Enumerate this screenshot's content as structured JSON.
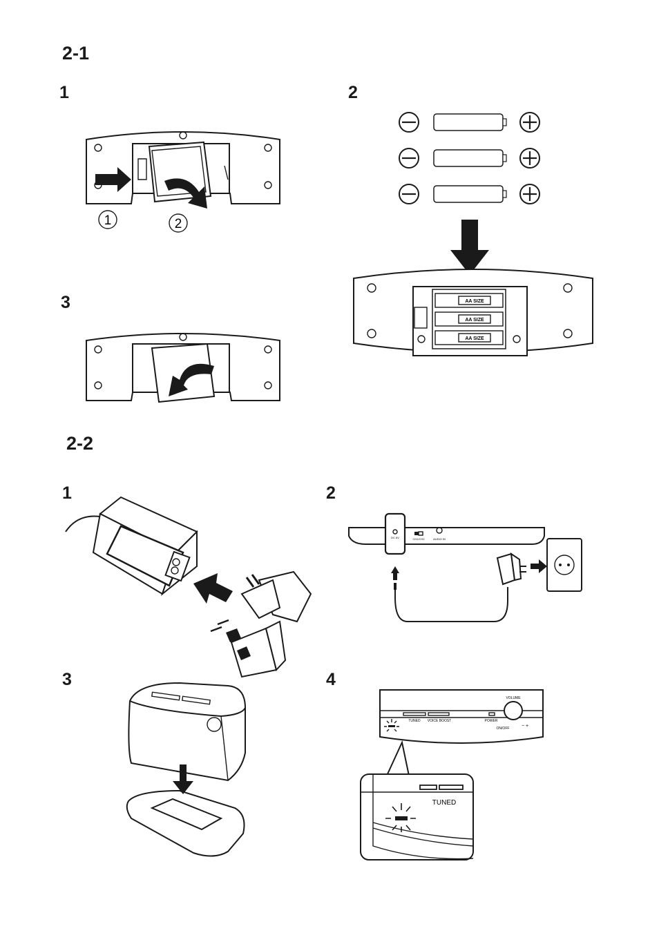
{
  "sections": [
    {
      "label": "2-1"
    },
    {
      "label": "2-2"
    }
  ],
  "steps": {
    "s21_1": "1",
    "s21_2": "2",
    "s21_3": "3",
    "s22_1": "1",
    "s22_2": "2",
    "s22_3": "3",
    "s22_4": "4"
  },
  "markers": {
    "one": "1",
    "two": "2"
  },
  "battery": {
    "label": "AA SIZE",
    "count": 3,
    "minus_symbol": "−",
    "plus_symbol": "+"
  },
  "connector_panel": {
    "dc_label": "DC 6V",
    "switch_label": "CH1/CH2",
    "audio_label": "AUDIO IN"
  },
  "front_panel": {
    "tuned": "TUNED",
    "voice_boost": "VOICE BOOST",
    "power": "POWER",
    "volume": "VOLUME",
    "on_off": "ON/OFF",
    "plus_minus": "− +"
  },
  "zoom": {
    "tuned": "TUNED"
  }
}
